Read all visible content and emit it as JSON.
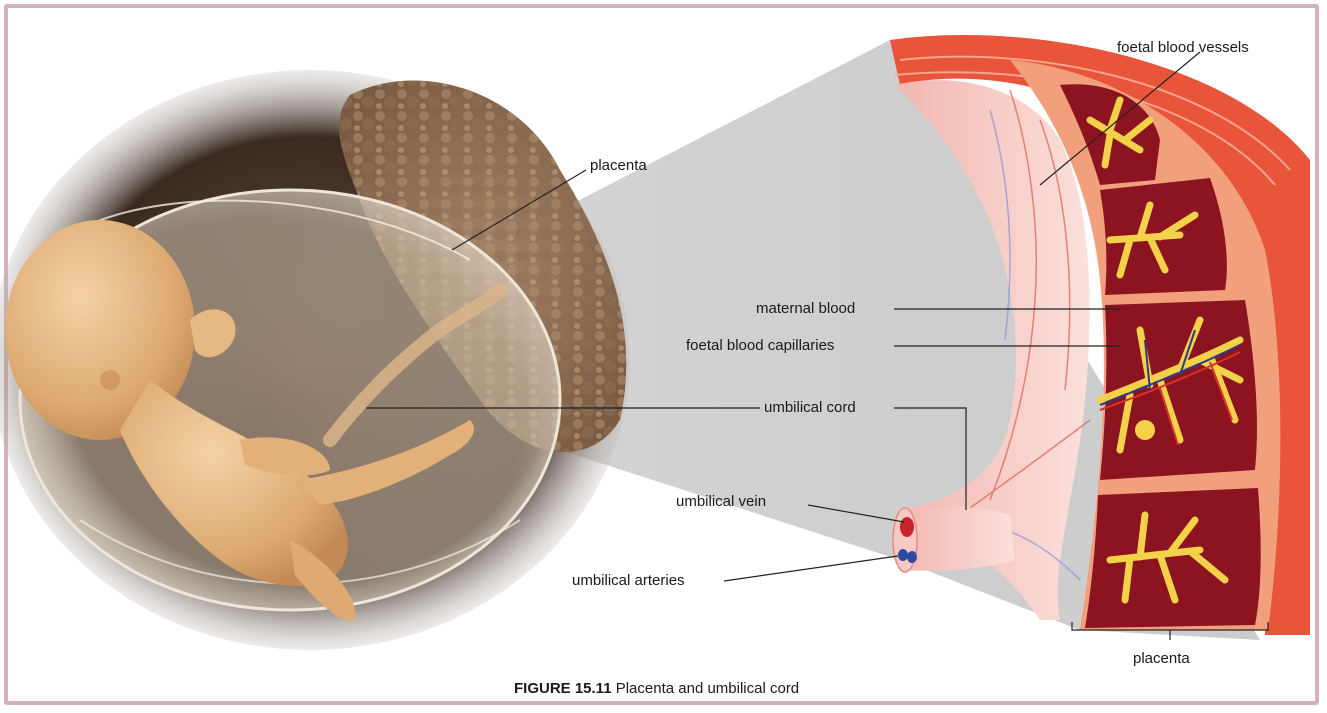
{
  "labels": {
    "placenta_photo": "placenta",
    "foetal_blood_vessels": "foetal blood vessels",
    "maternal_blood": "maternal blood",
    "foetal_blood_capillaries": "foetal blood capillaries",
    "umbilical_cord": "umbilical cord",
    "umbilical_vein": "umbilical vein",
    "umbilical_arteries": "umbilical arteries",
    "placenta_diagram": "placenta"
  },
  "caption": {
    "figure_number": "FIGURE 15.11",
    "text": "Placenta and umbilical cord"
  },
  "colors": {
    "frame_border": "#d1b2b8",
    "uterine_wall": "#e8553a",
    "maternal_blood": "#8c1420",
    "foetal_villi": "#f3d24a",
    "cord_tissue": "#f6c9c3",
    "zoom_wedge": "#c9c9c9"
  }
}
